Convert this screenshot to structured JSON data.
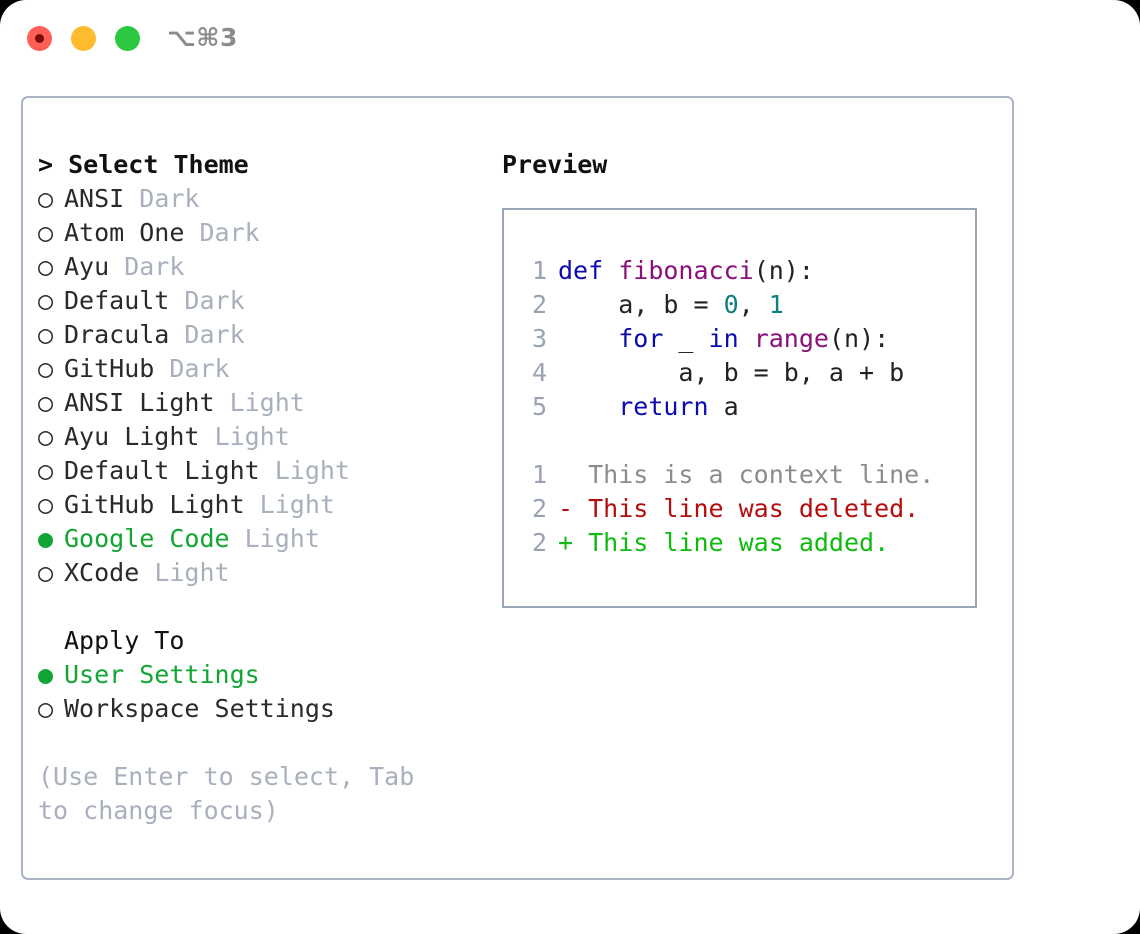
{
  "window": {
    "title": "⌥⌘3",
    "traffic_lights": [
      {
        "name": "close",
        "color": "#ff5f57"
      },
      {
        "name": "minimize",
        "color": "#febc2e"
      },
      {
        "name": "maximize",
        "color": "#2bc840"
      }
    ]
  },
  "theme_picker": {
    "header": "> Select Theme",
    "selected_marker": "●",
    "unselected_marker": "○",
    "items": [
      {
        "name": "ANSI",
        "category": "Dark",
        "selected": false
      },
      {
        "name": "Atom One",
        "category": "Dark",
        "selected": false
      },
      {
        "name": "Ayu",
        "category": "Dark",
        "selected": false
      },
      {
        "name": "Default",
        "category": "Dark",
        "selected": false
      },
      {
        "name": "Dracula",
        "category": "Dark",
        "selected": false
      },
      {
        "name": "GitHub",
        "category": "Dark",
        "selected": false
      },
      {
        "name": "ANSI Light",
        "category": "Light",
        "selected": false
      },
      {
        "name": "Ayu Light",
        "category": "Light",
        "selected": false
      },
      {
        "name": "Default Light",
        "category": "Light",
        "selected": false
      },
      {
        "name": "GitHub Light",
        "category": "Light",
        "selected": false
      },
      {
        "name": "Google Code",
        "category": "Light",
        "selected": true
      },
      {
        "name": "XCode",
        "category": "Light",
        "selected": false
      }
    ]
  },
  "apply_to": {
    "header": "Apply To",
    "items": [
      {
        "name": "User Settings",
        "selected": true
      },
      {
        "name": "Workspace Settings",
        "selected": false
      }
    ]
  },
  "hint": "(Use Enter to select, Tab to change focus)",
  "preview": {
    "header": "Preview",
    "code_lines": [
      {
        "number": "1",
        "tokens": [
          {
            "text": "def ",
            "kind": "kw"
          },
          {
            "text": "fibonacci",
            "kind": "fn"
          },
          {
            "text": "(n):",
            "kind": "plain"
          }
        ]
      },
      {
        "number": "2",
        "tokens": [
          {
            "text": "    a, b = ",
            "kind": "plain"
          },
          {
            "text": "0",
            "kind": "num"
          },
          {
            "text": ", ",
            "kind": "plain"
          },
          {
            "text": "1",
            "kind": "num"
          }
        ]
      },
      {
        "number": "3",
        "tokens": [
          {
            "text": "    ",
            "kind": "plain"
          },
          {
            "text": "for",
            "kind": "kw"
          },
          {
            "text": " _ ",
            "kind": "plain"
          },
          {
            "text": "in",
            "kind": "kw"
          },
          {
            "text": " ",
            "kind": "plain"
          },
          {
            "text": "range",
            "kind": "fn"
          },
          {
            "text": "(n):",
            "kind": "plain"
          }
        ]
      },
      {
        "number": "4",
        "tokens": [
          {
            "text": "        a, b = b, a + b",
            "kind": "plain"
          }
        ]
      },
      {
        "number": "5",
        "tokens": [
          {
            "text": "    ",
            "kind": "plain"
          },
          {
            "text": "return",
            "kind": "kw"
          },
          {
            "text": " a",
            "kind": "plain"
          }
        ]
      }
    ],
    "diff_lines": [
      {
        "number": "1",
        "sign": " ",
        "text": "This is a context line.",
        "kind": "ctx"
      },
      {
        "number": "2",
        "sign": "-",
        "text": "This line was deleted.",
        "kind": "del"
      },
      {
        "number": "2",
        "sign": "+",
        "text": "This line was added.",
        "kind": "add"
      }
    ]
  },
  "colors": {
    "accent_green": "#11a634",
    "muted": "#a8b0bd",
    "keyword": "#0b0bb0",
    "function": "#8b0f7a",
    "number": "#0d7f80",
    "diff_add": "#10bb10",
    "diff_del": "#b40d0d",
    "diff_ctx": "#8c8c8c",
    "border": "#aab4c4"
  }
}
